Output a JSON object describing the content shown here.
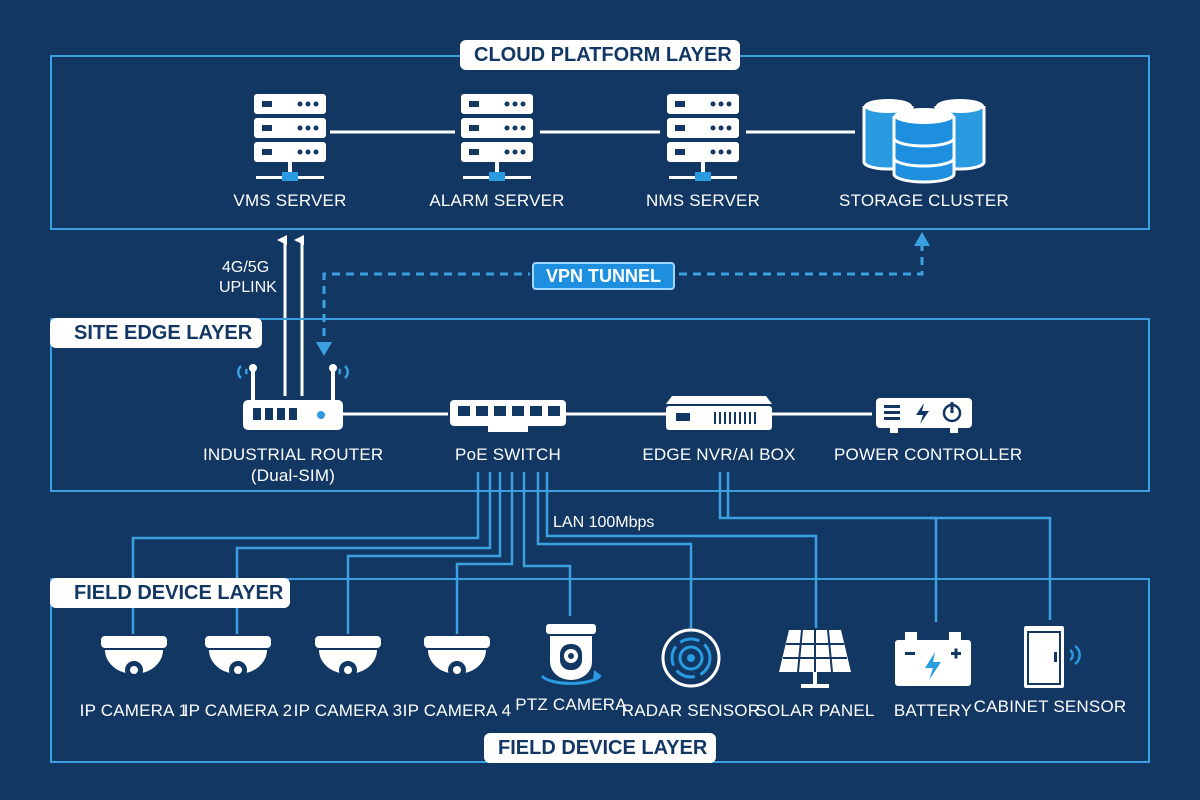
{
  "layers": {
    "cloud": "CLOUD PLATFORM LAYER",
    "site": "SITE EDGE LAYER",
    "field_top": "FIELD DEVICE LAYER",
    "field_bottom": "FIELD DEVICE LAYER"
  },
  "cloud_nodes": {
    "vms": "VMS SERVER",
    "alarm": "ALARM SERVER",
    "nms": "NMS SERVER",
    "storage": "STORAGE CLUSTER"
  },
  "edge_nodes": {
    "router": "INDUSTRIAL ROUTER",
    "router_sub": "(Dual-SIM)",
    "switch": "PoE SWITCH",
    "nvr": "EDGE NVR/AI BOX",
    "power": "POWER CONTROLLER"
  },
  "field_nodes": {
    "cam1": "IP CAMERA 1",
    "cam2": "IP CAMERA 2",
    "cam3": "IP CAMERA 3",
    "cam4": "IP CAMERA 4",
    "ptz": "PTZ CAMERA",
    "radar": "RADAR SENSOR",
    "solar": "SOLAR PANEL",
    "battery": "BATTERY",
    "cabinet": "CABINET SENSOR"
  },
  "links": {
    "uplink_line1": "4G/5G",
    "uplink_line2": "UPLINK",
    "vpn": "VPN TUNNEL",
    "lan": "LAN 100Mbps"
  },
  "colors": {
    "background": "#123763",
    "frame": "#3aa0e0",
    "wire": "#3aa0e0",
    "accent": "#1d8fde",
    "white": "#ffffff"
  },
  "icons": {
    "servers": "server-rack-icon",
    "storage": "database-cluster-icon",
    "router": "router-icon",
    "switch": "switch-icon",
    "nvr": "nvr-box-icon",
    "power": "power-controller-icon",
    "dome": "dome-camera-icon",
    "ptz": "ptz-camera-icon",
    "radar": "radar-icon",
    "solar": "solar-panel-icon",
    "battery": "battery-icon",
    "cabinet": "cabinet-icon"
  }
}
